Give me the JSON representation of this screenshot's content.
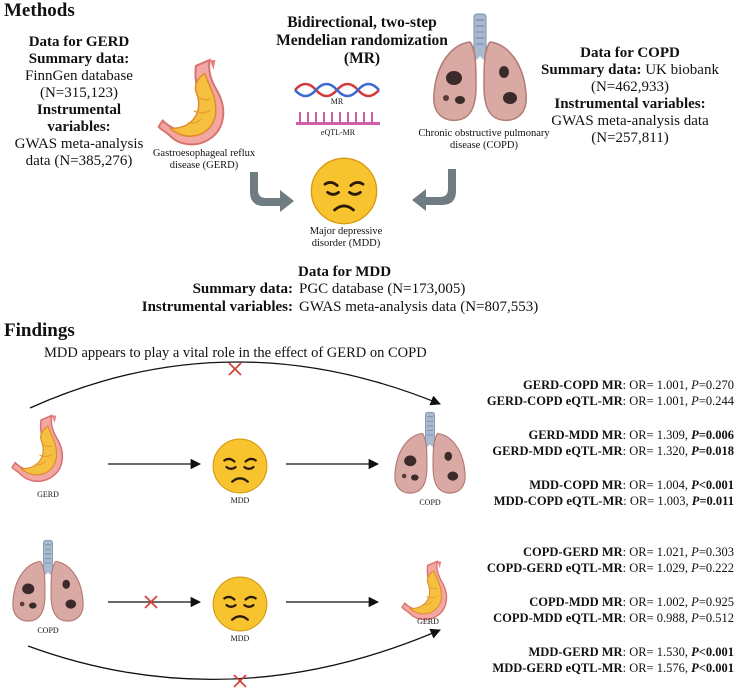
{
  "methods": {
    "title": "Methods",
    "gerd": {
      "heading": "Data for GERD",
      "summary_label": "Summary data:",
      "summary_value": "FinnGen database (N=315,123)",
      "iv_label": "Instrumental variables:",
      "iv_value": "GWAS meta-analysis data (N=385,276)",
      "caption": "Gastroesophageal reflux disease (GERD)"
    },
    "mr": {
      "title": "Bidirectional, two-step Mendelian randomization (MR)",
      "mr_label": "MR",
      "eqtl_label": "eQTL-MR"
    },
    "copd": {
      "heading": "Data for COPD",
      "summary_label": "Summary data:",
      "summary_value": "UK biobank (N=462,933)",
      "iv_label": "Instrumental variables:",
      "iv_value": "GWAS meta-analysis data (N=257,811)",
      "caption": "Chronic obstructive pulmonary disease (COPD)"
    },
    "mdd": {
      "caption": "Major depressive disorder (MDD)",
      "heading": "Data for MDD",
      "summary_label": "Summary data:",
      "summary_value": "PGC database (N=173,005)",
      "iv_label": "Instrumental variables:",
      "iv_value": "GWAS meta-analysis data (N=807,553)"
    }
  },
  "findings": {
    "title": "Findings",
    "subtitle": "MDD appears to play a vital role in the effect of GERD on COPD",
    "row1": {
      "left": "GERD",
      "mid": "MDD",
      "right": "COPD"
    },
    "row2": {
      "left": "COPD",
      "mid": "MDD",
      "right": "GERD"
    },
    "results": [
      {
        "label": "GERD-COPD MR",
        "or": "1.001",
        "p": "0.270",
        "sig": false
      },
      {
        "label": "GERD-COPD eQTL-MR",
        "or": "1.001",
        "p": "0.244",
        "sig": false
      },
      {
        "label": "GERD-MDD MR",
        "or": "1.309",
        "p": "0.006",
        "sig": true
      },
      {
        "label": "GERD-MDD eQTL-MR",
        "or": "1.320",
        "p": "0.018",
        "sig": true
      },
      {
        "label": "MDD-COPD MR",
        "or": "1.004",
        "p": "<0.001",
        "sig": true
      },
      {
        "label": "MDD-COPD eQTL-MR",
        "or": "1.003",
        "p": "0.011",
        "sig": true
      },
      {
        "label": "COPD-GERD MR",
        "or": "1.021",
        "p": "0.303",
        "sig": false
      },
      {
        "label": "COPD-GERD eQTL-MR",
        "or": "1.029",
        "p": "0.222",
        "sig": false
      },
      {
        "label": "COPD-MDD MR",
        "or": "1.002",
        "p": "0.925",
        "sig": false
      },
      {
        "label": "COPD-MDD eQTL-MR",
        "or": "0.988",
        "p": "0.512",
        "sig": false
      },
      {
        "label": "MDD-GERD MR",
        "or": "1.530",
        "p": "<0.001",
        "sig": true
      },
      {
        "label": "MDD-GERD eQTL-MR",
        "or": "1.576",
        "p": "<0.001",
        "sig": true
      }
    ]
  }
}
